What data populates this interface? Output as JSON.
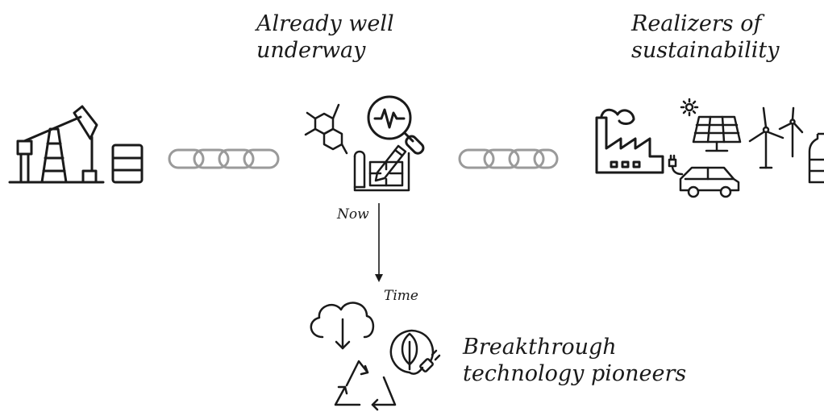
{
  "stages": {
    "middle": {
      "line1": "Already well",
      "line2": "underway"
    },
    "right": {
      "line1": "Realizers of",
      "line2": "sustainability"
    },
    "bottom": {
      "line1": "Breakthrough",
      "line2": "technology pioneers"
    }
  },
  "timeline": {
    "start_label": "Now",
    "end_label": "Time"
  },
  "icons": {
    "left": [
      "oil-pumpjack-icon",
      "oil-barrel-icon"
    ],
    "links": [
      "chain-link-icon",
      "chain-link-icon"
    ],
    "middle": [
      "molecule-icon",
      "analysis-magnifier-icon",
      "blueprint-pencil-icon"
    ],
    "right": [
      "factory-icon",
      "solar-panel-icon",
      "wind-turbine-icon",
      "electric-car-icon",
      "plastic-bottle-icon"
    ],
    "bottom": [
      "cloud-download-icon",
      "recycle-icon",
      "eco-plug-icon"
    ]
  },
  "colors": {
    "ink": "#1a1a1a",
    "chain": "#9a9a9a"
  }
}
